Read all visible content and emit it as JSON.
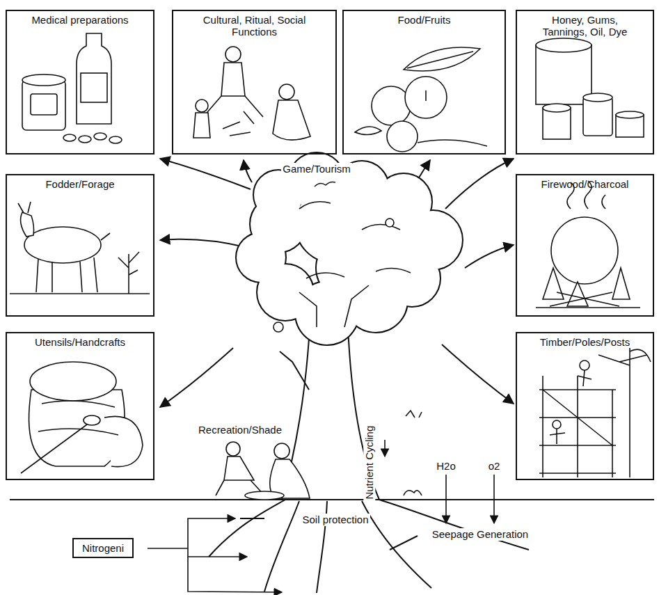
{
  "diagram": {
    "nodes": [
      {
        "text": [
          "Medical preparations"
        ]
      },
      {
        "text": [
          "Cultural, Ritual, Social Functions"
        ]
      },
      {
        "text": [
          "Food/Fruits"
        ]
      },
      {
        "text": [
          "Honey, Gums, Tannings, Oil, Dye"
        ]
      },
      {
        "text": [
          "Fodder/Forage"
        ]
      },
      {
        "text": [
          "Firewood/Charcoal"
        ]
      },
      {
        "text": [
          "Utensils/Handcrafts"
        ]
      },
      {
        "text": [
          "Timber/Poles/Posts"
        ]
      },
      {
        "text": [
          "Nitrogeni"
        ]
      }
    ],
    "labels": [
      "Game/Tourism",
      "Recreation/Shade",
      "Nutrient Cycling",
      "H2o",
      "o2",
      "Soil protection",
      "Seepage Generation"
    ]
  }
}
